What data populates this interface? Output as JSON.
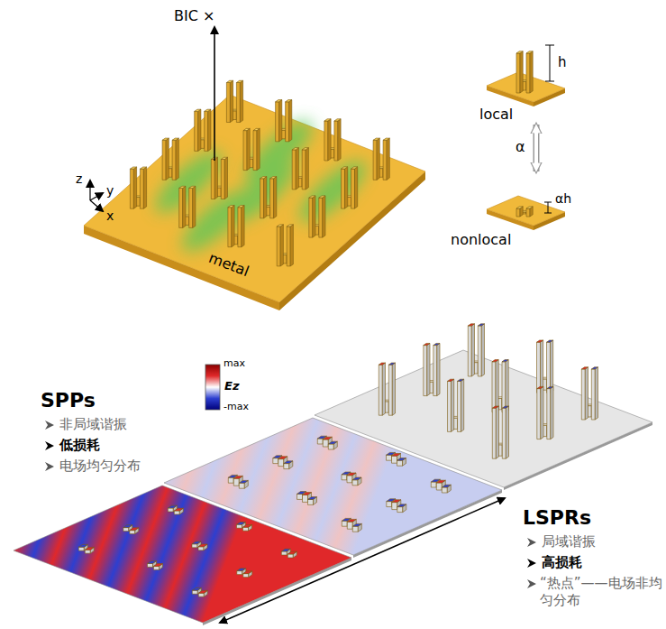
{
  "diagram": {
    "labels": [
      "BIC ×",
      "z",
      "y",
      "x",
      "metal",
      "h",
      "local",
      "α",
      "αh",
      "nonlocal",
      "max",
      "Ez",
      "-max",
      "SPPs",
      "非局域谐振",
      "低损耗",
      "电场均匀分布",
      "LSPRs",
      "局域谐振",
      "高损耗",
      "“热点”——电场非均匀分布"
    ]
  }
}
